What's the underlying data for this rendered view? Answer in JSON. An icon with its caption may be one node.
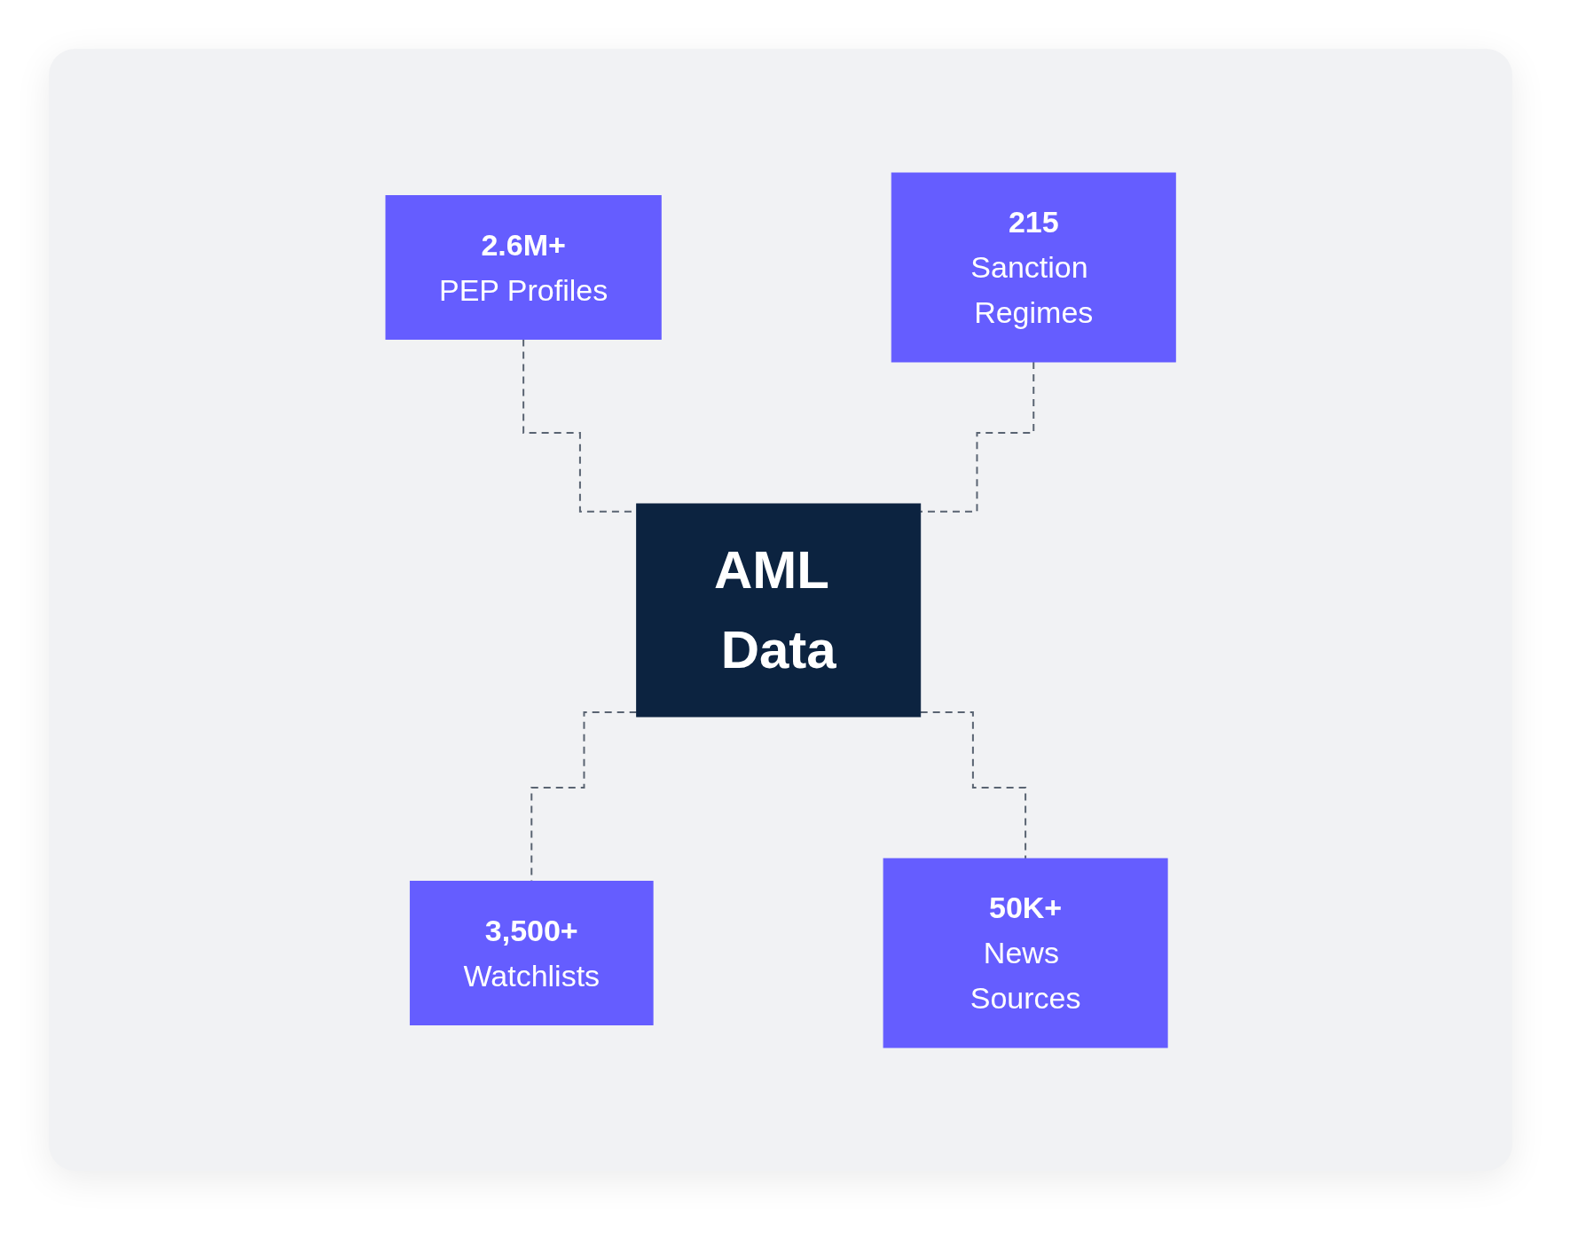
{
  "diagram": {
    "nodes": [
      {
        "text": [
          "2.6M+",
          "PEP Profiles"
        ]
      },
      {
        "text": [
          "215",
          "Sanction Regimes"
        ]
      },
      {
        "text": [
          "AML Data"
        ]
      },
      {
        "text": [
          "3,500+",
          "Watchlists"
        ]
      },
      {
        "text": [
          "50K+",
          "News Sources"
        ]
      }
    ],
    "edges": [
      {
        "from": 0,
        "to": 2,
        "arrow": "none",
        "style": "dashed"
      },
      {
        "from": 1,
        "to": 2,
        "arrow": "none",
        "style": "dashed"
      },
      {
        "from": 2,
        "to": 3,
        "arrow": "none",
        "style": "dashed"
      },
      {
        "from": 2,
        "to": 4,
        "arrow": "none",
        "style": "dashed"
      }
    ]
  }
}
